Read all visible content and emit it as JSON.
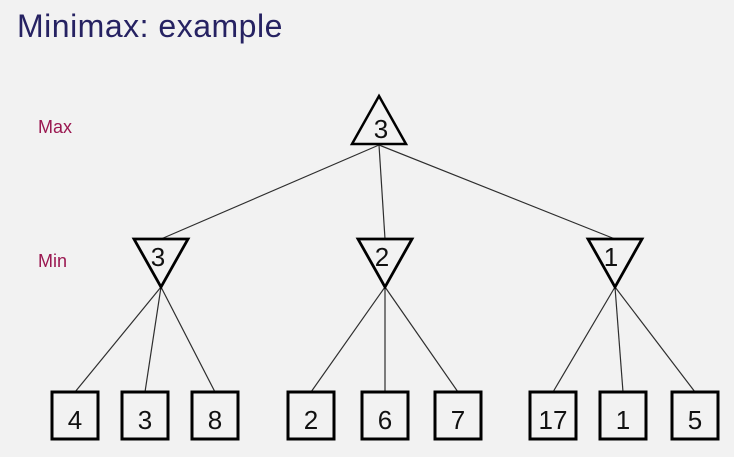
{
  "slide": {
    "title": "Minimax: example",
    "labels": {
      "max": "Max",
      "min": "Min"
    }
  },
  "tree": {
    "root": {
      "type": "max",
      "value": "3"
    },
    "min_nodes": [
      {
        "type": "min",
        "value": "3"
      },
      {
        "type": "min",
        "value": "2"
      },
      {
        "type": "min",
        "value": "1"
      }
    ],
    "leaves": [
      {
        "value": "4"
      },
      {
        "value": "3"
      },
      {
        "value": "8"
      },
      {
        "value": "2"
      },
      {
        "value": "6"
      },
      {
        "value": "7"
      },
      {
        "value": "17"
      },
      {
        "value": "1"
      },
      {
        "value": "5"
      }
    ]
  },
  "colors": {
    "background": "#f2f2f2",
    "title-text": "#262262",
    "level-label-text": "#9a1750",
    "node-outline": "#000000",
    "edge-line": "#2e2e2e",
    "node-text": "#111111"
  }
}
